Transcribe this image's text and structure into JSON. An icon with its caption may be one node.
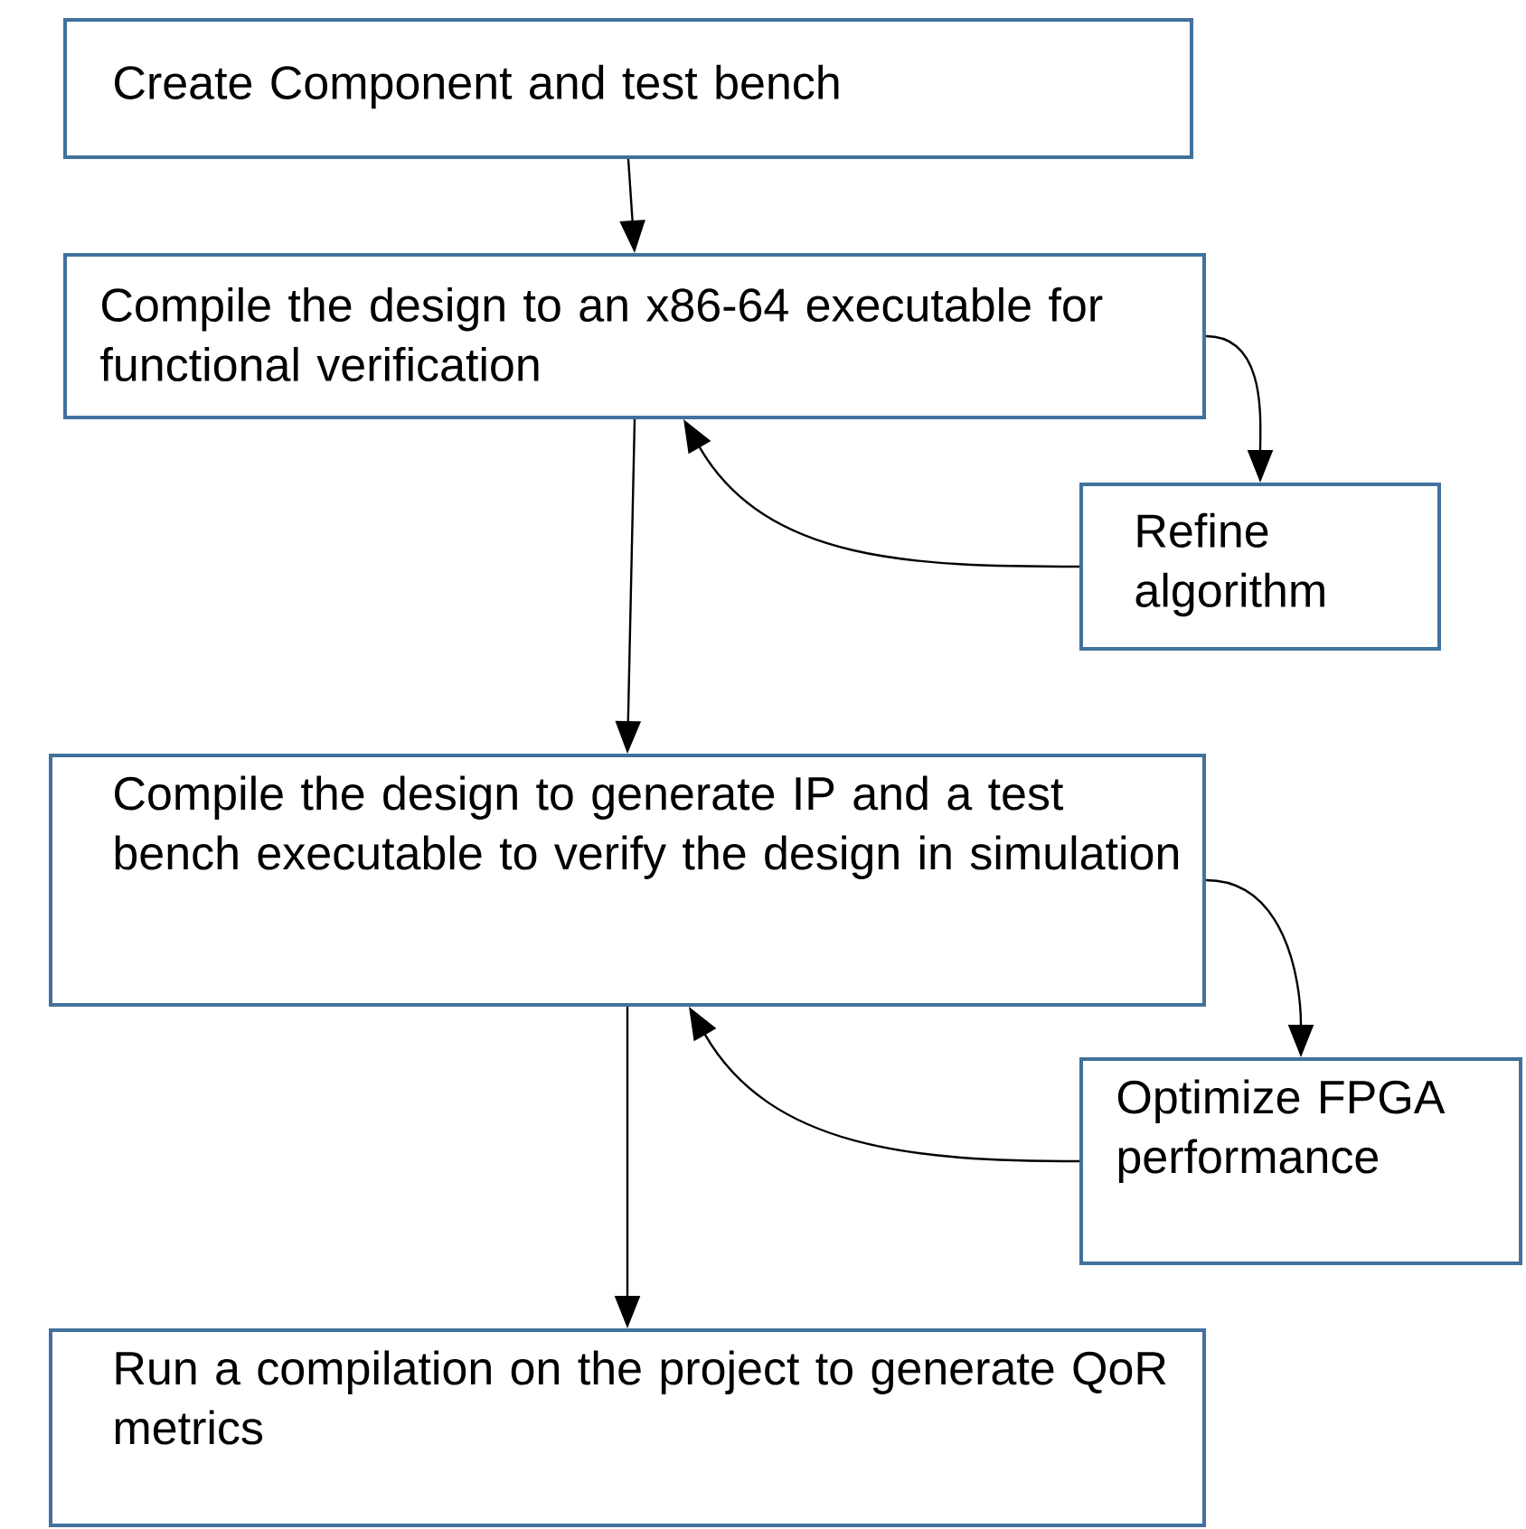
{
  "diagram": {
    "nodes": [
      {
        "text": [
          "Create Component and test bench"
        ]
      },
      {
        "text": [
          "Compile the design to an x86-64 executable for functional verification"
        ]
      },
      {
        "text": [
          "Refine algorithm"
        ]
      },
      {
        "text": [
          "Compile the design to generate IP and a test bench executable to verify the design in simulation"
        ]
      },
      {
        "text": [
          "Optimize FPGA performance"
        ]
      },
      {
        "text": [
          "Run a compilation on the project to generate QoR metrics"
        ]
      }
    ],
    "edges": [
      {
        "from": 0,
        "to": 1,
        "arrow": "to"
      },
      {
        "from": 1,
        "to": 2,
        "arrow": "to"
      },
      {
        "from": 2,
        "to": 1,
        "arrow": "to"
      },
      {
        "from": 1,
        "to": 3,
        "arrow": "to"
      },
      {
        "from": 3,
        "to": 4,
        "arrow": "to"
      },
      {
        "from": 4,
        "to": 3,
        "arrow": "to"
      },
      {
        "from": 3,
        "to": 5,
        "arrow": "to"
      }
    ]
  }
}
